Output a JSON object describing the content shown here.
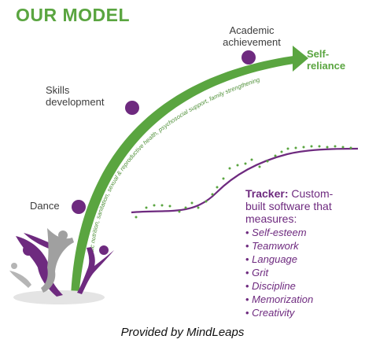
{
  "title": "OUR MODEL",
  "stages": {
    "dance": "Dance",
    "skills": [
      "Skills",
      "development"
    ],
    "academic": [
      "Academic",
      "achievement"
    ],
    "self_reliance": [
      "Self-",
      "reliance"
    ]
  },
  "curve_caption": "Basic nutrition, sanitation, sexual & reproductive health, psychosocial support, family strengthening",
  "tracker": {
    "heading": "Tracker:",
    "description": [
      " Custom-",
      "built software that",
      "measures:"
    ],
    "measures": [
      "Self-esteem",
      "Teamwork",
      "Language",
      "Grit",
      "Discipline",
      "Memorization",
      "Creativity"
    ]
  },
  "credit": "Provided by MindLeaps",
  "colors": {
    "green": "#5aa540",
    "purple": "#6e2a7f",
    "grey": "#9a9a9a"
  },
  "icons": [
    "dancer-figures-icon"
  ]
}
